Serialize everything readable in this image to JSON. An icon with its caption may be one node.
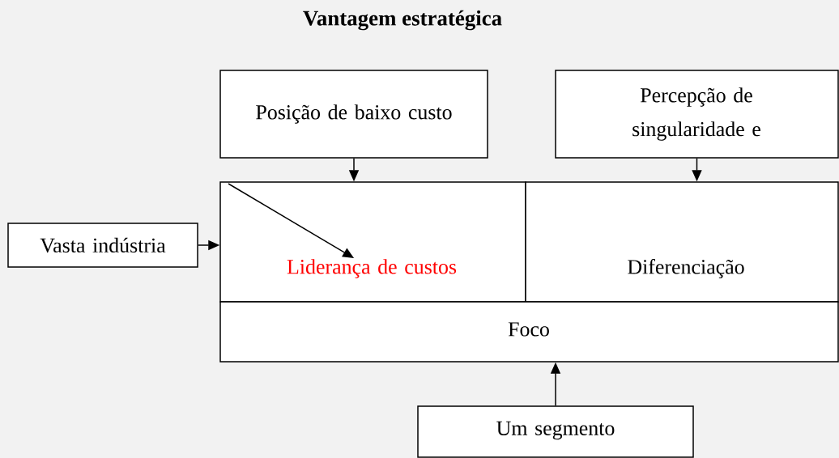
{
  "diagram": {
    "title": "Vantagem estratégica",
    "nodes": [
      {
        "text": [
          "Posição de baixo custo"
        ]
      },
      {
        "text": [
          "Percepção de singularidade e"
        ]
      },
      {
        "text": [
          "Vasta indústria"
        ]
      },
      {
        "text": [],
        "shape": "box"
      },
      {
        "text": [
          "Liderança de custos"
        ],
        "in": 3
      },
      {
        "text": [
          "Diferenciação"
        ]
      },
      {
        "text": [
          "Foco"
        ]
      },
      {
        "text": [
          "Um segmento"
        ]
      }
    ],
    "edges": [
      {
        "from": 0,
        "to": 3,
        "arrow": "to"
      },
      {
        "from": 1,
        "to": 5,
        "arrow": "to"
      },
      {
        "from": 2,
        "to": 3,
        "arrow": "to"
      },
      {
        "from": 7,
        "to": 6,
        "arrow": "to"
      },
      {
        "from": null,
        "to": 4,
        "arrow": "to"
      }
    ]
  }
}
